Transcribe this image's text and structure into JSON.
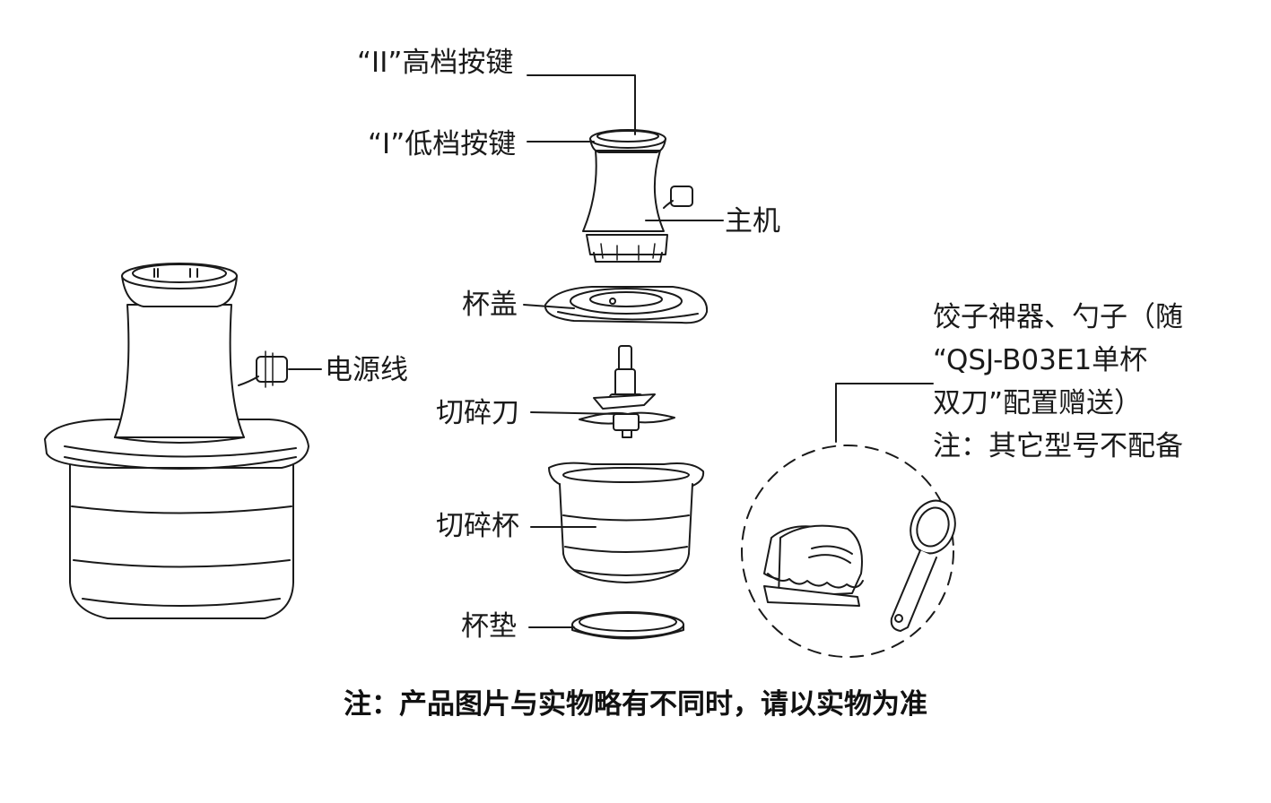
{
  "labels": {
    "high_key": "“II”高档按键",
    "low_key": "“I”低档按键",
    "motor": "主机",
    "cord": "电源线",
    "lid": "杯盖",
    "blade": "切碎刀",
    "bowl": "切碎杯",
    "pad": "杯垫"
  },
  "accessory_note": {
    "line1": "饺子神器、勺子（随",
    "line2": "“QSJ-B03E1单杯",
    "line3": "双刀”配置赠送）",
    "line4": "注：其它型号不配备"
  },
  "footer": "注：产品图片与实物略有不同时，请以实物为准",
  "colors": {
    "stroke": "#1a1a1a",
    "fill": "#ffffff"
  }
}
